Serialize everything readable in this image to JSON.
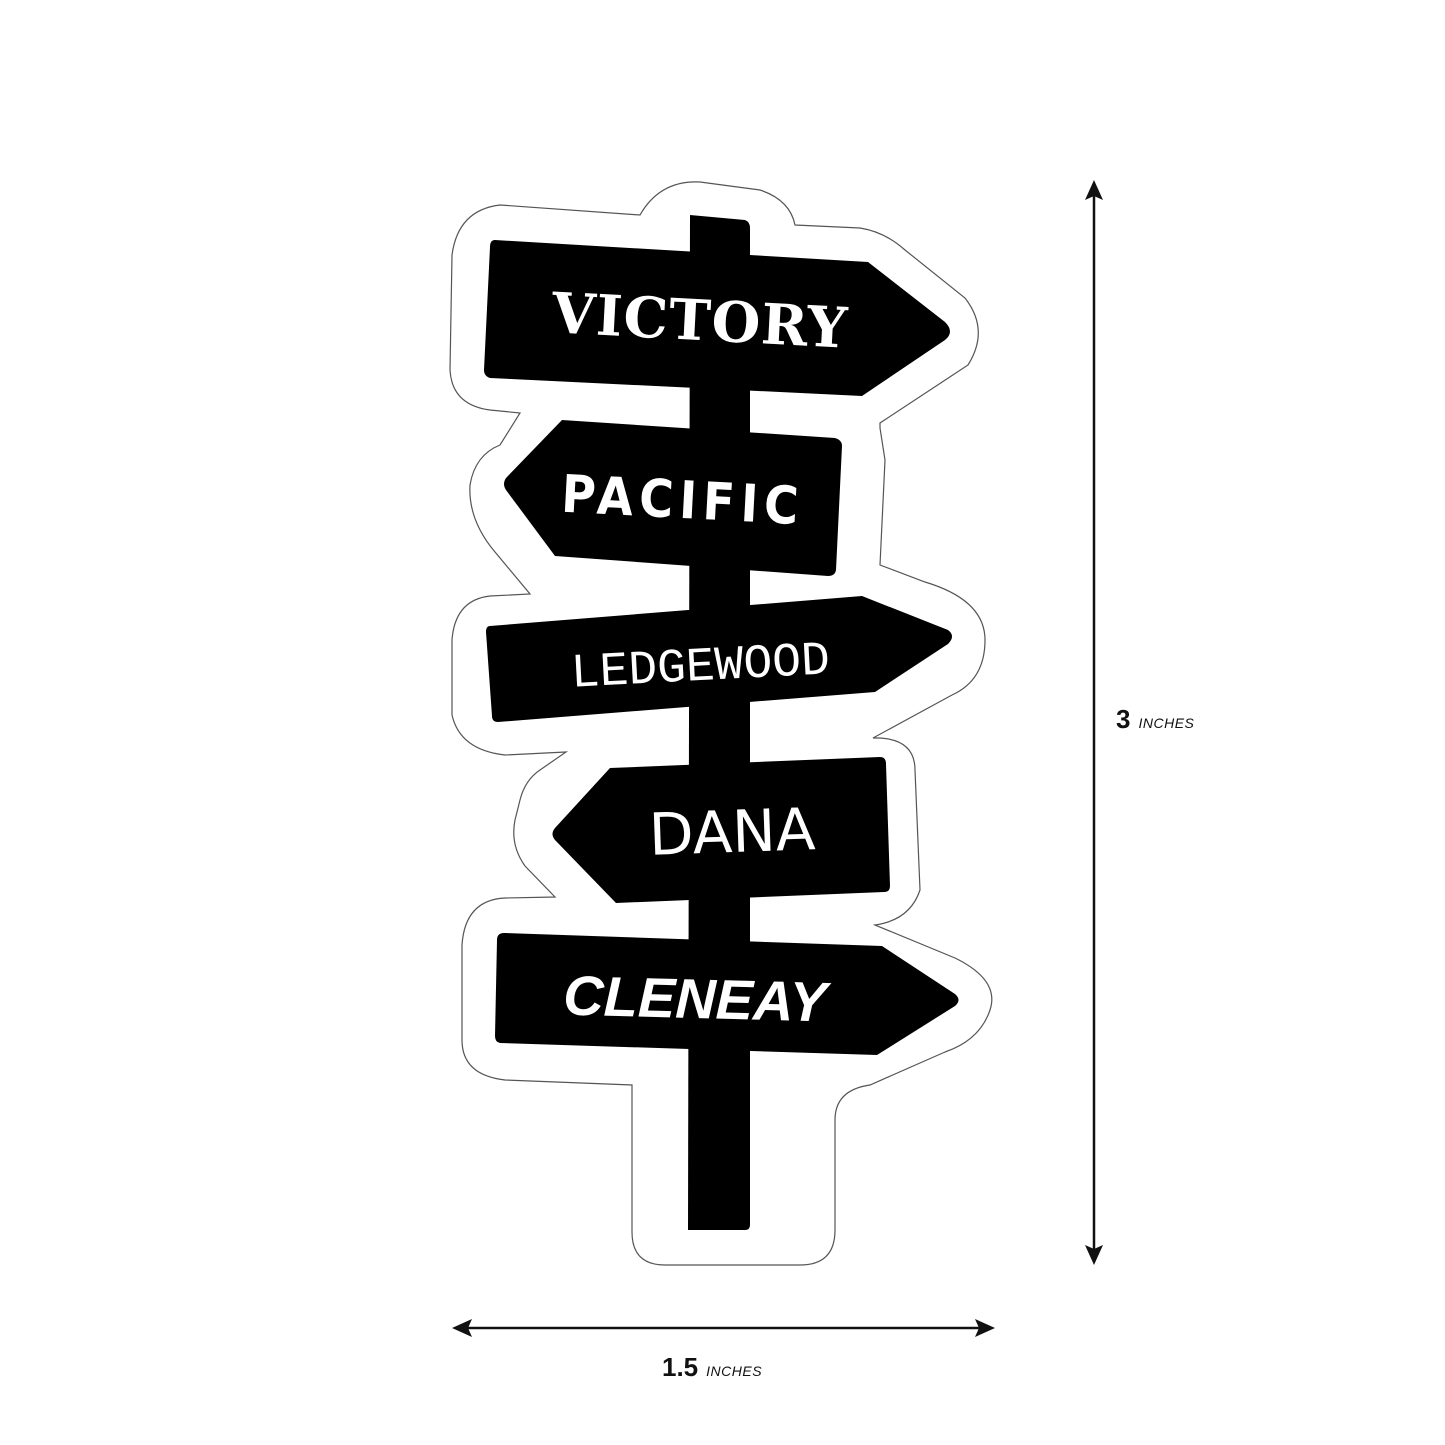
{
  "title": "Street signpost sticker with dimensions",
  "colors": {
    "background": "#ffffff",
    "sign": "#000000",
    "sign_text": "#ffffff",
    "outline": "#555555",
    "dimension": "#111111"
  },
  "signs": [
    {
      "label": "VICTORY",
      "direction": "right",
      "style": "bold-serif"
    },
    {
      "label": "PACIFIC",
      "direction": "left",
      "style": "condensed-sans"
    },
    {
      "label": "LEDGEWOOD",
      "direction": "right",
      "style": "typewriter-serif"
    },
    {
      "label": "DANA",
      "direction": "left",
      "style": "rounded-sans"
    },
    {
      "label": "CLENEAY",
      "direction": "right",
      "style": "bold-italic-sans"
    }
  ],
  "dimensions": {
    "height": {
      "value": "3",
      "unit": "INCHES"
    },
    "width": {
      "value": "1.5",
      "unit": "INCHES"
    }
  }
}
